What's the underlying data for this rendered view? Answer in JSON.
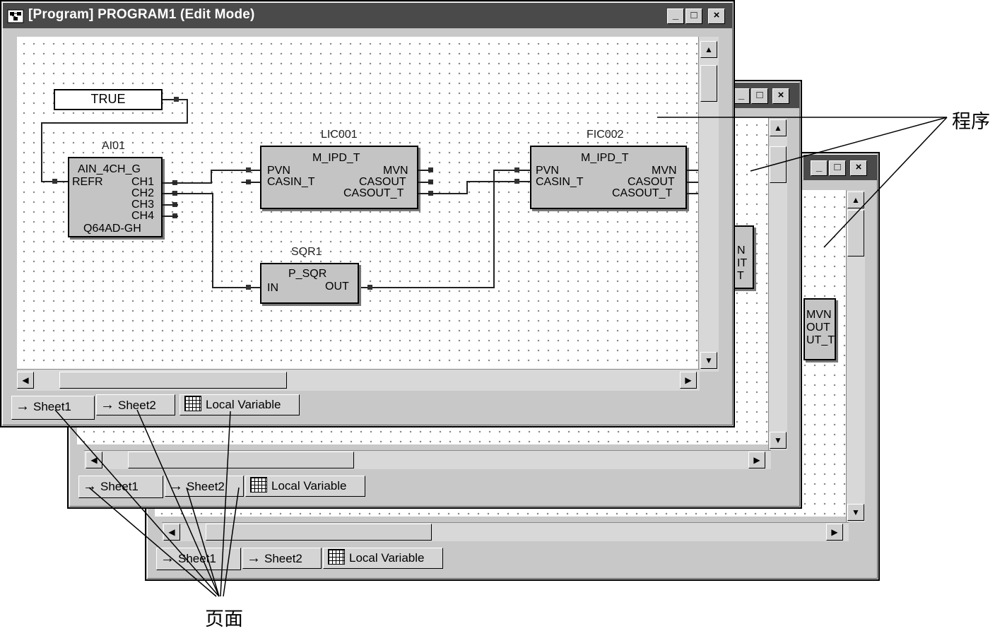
{
  "window": {
    "title": "[Program] PROGRAM1 (Edit Mode)",
    "controls": {
      "minimize": "_",
      "maximize": "□",
      "close": "×"
    }
  },
  "tabs": {
    "sheet1": "Sheet1",
    "sheet2": "Sheet2",
    "local_variable": "Local Variable"
  },
  "diagram": {
    "true_const": "TRUE",
    "ai01": {
      "instance": "AI01",
      "type": "AIN_4CH_G",
      "inputs": [
        "REFR"
      ],
      "outputs": [
        "CH1",
        "CH2",
        "CH3",
        "CH4"
      ],
      "footer": "Q64AD-GH"
    },
    "lic001": {
      "instance": "LIC001",
      "type": "M_IPD_T",
      "inputs": [
        "PVN",
        "CASIN_T"
      ],
      "outputs": [
        "MVN",
        "CASOUT",
        "CASOUT_T"
      ]
    },
    "fic002": {
      "instance": "FIC002",
      "type": "M_IPD_T",
      "inputs": [
        "PVN",
        "CASIN_T"
      ],
      "outputs": [
        "MVN",
        "CASOUT",
        "CASOUT_T"
      ]
    },
    "sqr1": {
      "instance": "SQR1",
      "type": "P_SQR",
      "inputs": [
        "IN"
      ],
      "outputs": [
        "OUT"
      ]
    }
  },
  "back_window_fragments": {
    "win2_block": [
      "N",
      "IT",
      "T"
    ],
    "win3_block": [
      "MVN",
      "OUT",
      "UT_T"
    ]
  },
  "annotations": {
    "program": "程序",
    "page": "页面"
  }
}
